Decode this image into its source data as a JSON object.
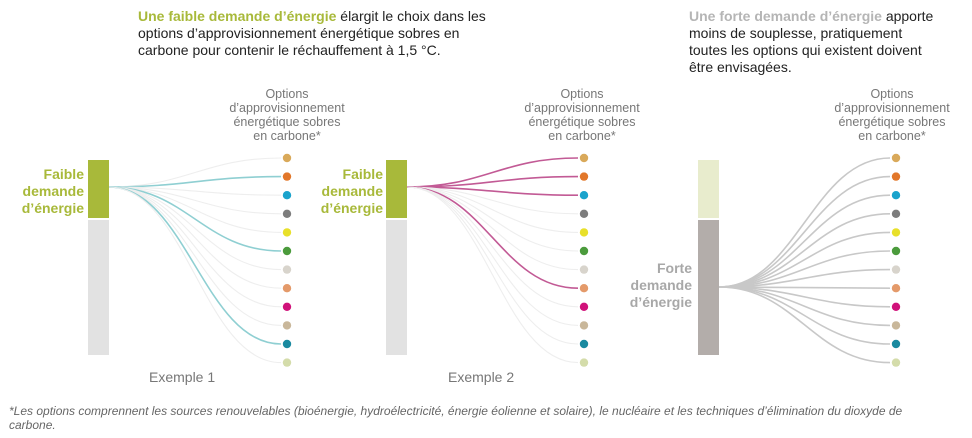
{
  "caption_low": {
    "highlight": "Une faible demande d’énergie",
    "rest": " élargit le choix dans les options d’approvisionnement énergétique sobres en carbone pour contenir le réchauffement à 1,5 °C."
  },
  "caption_high": {
    "highlight": "Une forte demande d’énergie",
    "rest": " apporte moins de souplesse, pratiquement toutes les options qui existent doivent être envisagées."
  },
  "options_label": {
    "line1": "Options",
    "line2": "d’approvisionnement",
    "line3": "énergétique sobres",
    "line4": "en carbone*"
  },
  "low_demand_label": {
    "line1": "Faible",
    "line2": "demande",
    "line3": "d’énergie"
  },
  "high_demand_label": {
    "line1": "Forte",
    "line2": "demande",
    "line3": "d’énergie"
  },
  "example1_label": "Exemple 1",
  "example2_label": "Exemple 2",
  "footnote": "*Les options comprennent les sources renouvelables (bioénergie, hydroélectricité, énergie éolienne et solaire), le nucléaire et les techniques d’élimination du dioxyde de carbone.",
  "colors": {
    "low_accent": "#a8b93a",
    "low_bar_light": "#e8eccd",
    "high_bar": "#b3adaa",
    "empty_bar": "#e2e2e2",
    "example1_line": "#8fcfd2",
    "example2_line": "#c25a95",
    "example3_line": "#c8c8c8",
    "faint_line": "#eeeeee"
  },
  "option_dot_colors": [
    "#d9a95a",
    "#e2772a",
    "#1aa3cc",
    "#7d7d7d",
    "#e8e02a",
    "#4b9b3c",
    "#d8d4cc",
    "#e49a6a",
    "#d0127a",
    "#c9b79a",
    "#1a8aa0",
    "#d4dcaa"
  ],
  "example1_selected": [
    1,
    5,
    10
  ],
  "example2_selected": [
    0,
    1,
    2,
    7
  ]
}
